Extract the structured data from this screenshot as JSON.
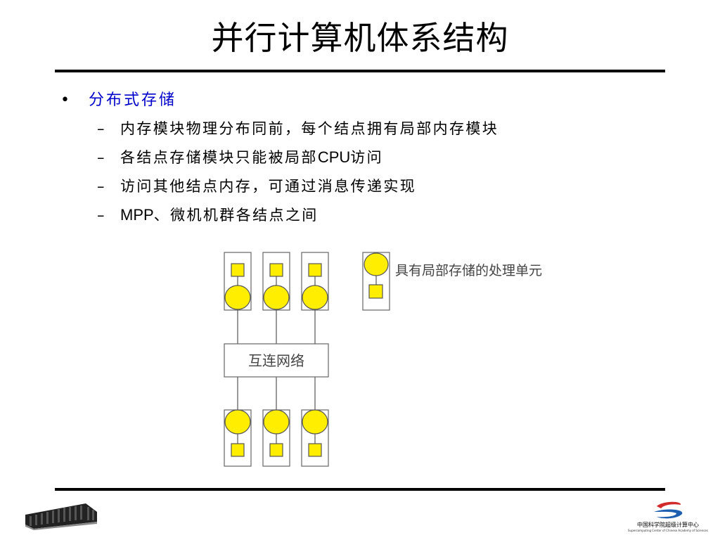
{
  "slide": {
    "title": "并行计算机体系结构",
    "bullet": {
      "symbol": "•",
      "text": "分布式存储",
      "subs": [
        {
          "parts": [
            "内存模块物理分布同前，每个结点拥有局部内存模块"
          ]
        },
        {
          "parts": [
            "各结点存储模块只能被局部",
            "CPU",
            "访问"
          ]
        },
        {
          "parts": [
            "访问其他结点内存，可通过消息传递实现"
          ]
        },
        {
          "parts": [
            "MPP",
            "、微机机群各结点之间"
          ]
        }
      ],
      "dash": "–"
    }
  },
  "diagram": {
    "network_label": "互连网络",
    "legend_label": "具有局部存储的处理单元",
    "colors": {
      "node_fill": "#ffee00",
      "node_stroke": "#555555"
    }
  },
  "footer": {
    "org_name": "中国科学院超级计算中心",
    "org_sub": "Supercomputing Center of Chinese Academy of Sciences",
    "logo_colors": {
      "red": "#d22b2b",
      "blue": "#1f5fb0"
    }
  }
}
